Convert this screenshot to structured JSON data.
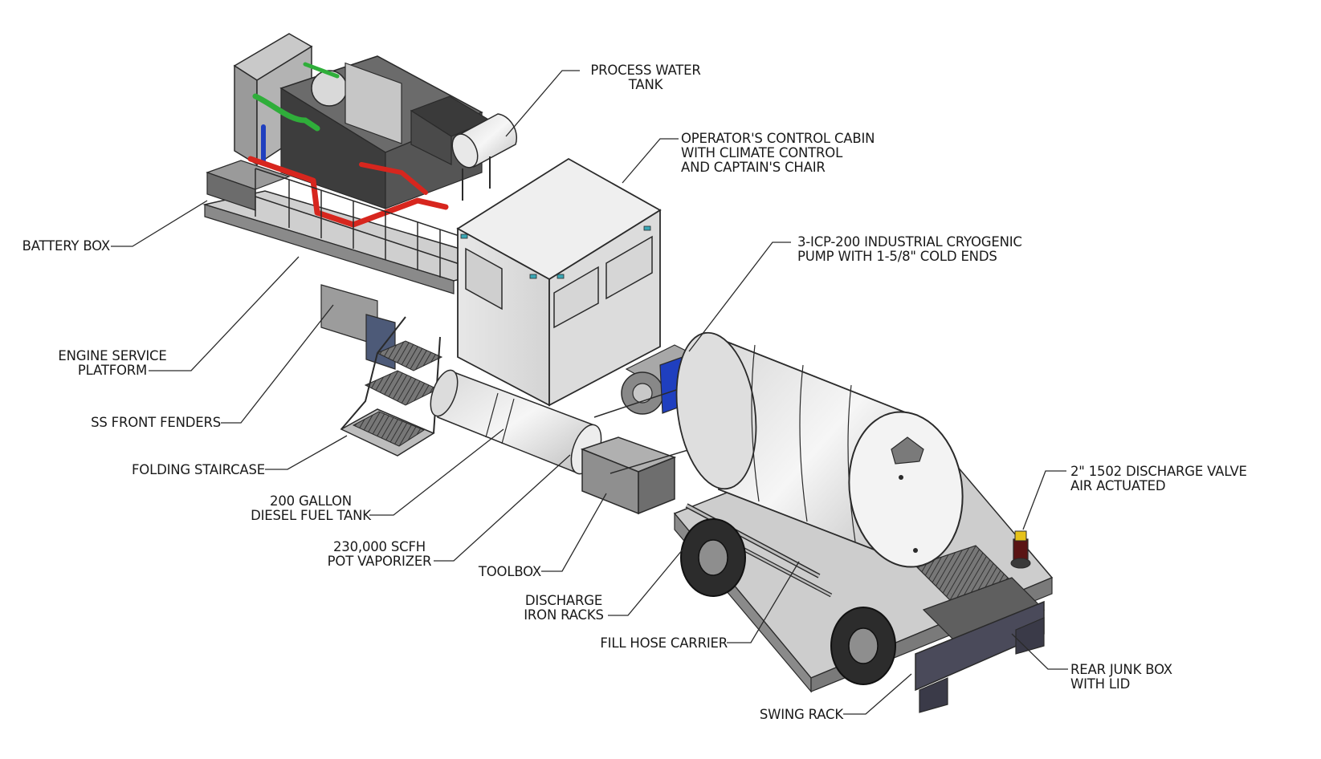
{
  "labels": {
    "process_water_tank": [
      "PROCESS WATER",
      "TANK"
    ],
    "operator_cabin": [
      "OPERATOR'S CONTROL CABIN",
      "WITH CLIMATE CONTROL",
      "AND CAPTAIN'S CHAIR"
    ],
    "cryogenic_pump": [
      "3-ICP-200 INDUSTRIAL CRYOGENIC",
      "PUMP WITH 1-5/8\" COLD ENDS"
    ],
    "battery_box": [
      "BATTERY BOX"
    ],
    "engine_service_platform": [
      "ENGINE SERVICE",
      "PLATFORM"
    ],
    "ss_front_fenders": [
      "SS FRONT FENDERS"
    ],
    "folding_staircase": [
      "FOLDING STAIRCASE"
    ],
    "diesel_fuel_tank": [
      "200 GALLON",
      "DIESEL FUEL TANK"
    ],
    "pot_vaporizer": [
      "230,000 SCFH",
      "POT VAPORIZER"
    ],
    "toolbox": [
      "TOOLBOX"
    ],
    "discharge_iron_racks": [
      "DISCHARGE",
      "IRON RACKS"
    ],
    "fill_hose_carrier": [
      "FILL HOSE CARRIER"
    ],
    "discharge_valve": [
      "2\" 1502 DISCHARGE VALVE",
      "AIR ACTUATED"
    ],
    "rear_junk_box": [
      "REAR JUNK BOX",
      "WITH LID"
    ],
    "swing_rack": [
      "SWING RACK"
    ]
  },
  "colors": {
    "line": "#2a2a2a",
    "metal_light": "#e6e6e6",
    "metal_mid": "#bdbdbd",
    "metal_dark": "#5a5a5a",
    "cryo_pump_blue": "#1f3fbf",
    "coolant_green": "#2fae3a",
    "hot_pipe_red": "#d7261e",
    "cabin_window_teal": "#3aa7b5"
  }
}
